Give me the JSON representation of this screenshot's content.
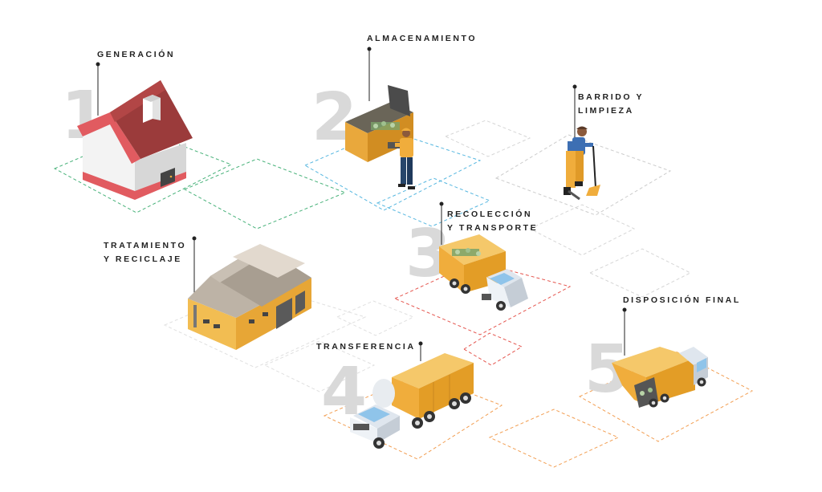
{
  "stages": [
    {
      "number": "1",
      "label": "GENERACIÓN"
    },
    {
      "number": "2",
      "label": "ALMACENAMIENTO"
    },
    {
      "number": "",
      "label": "BARRIDO Y",
      "label2": "LIMPIEZA"
    },
    {
      "number": "3",
      "label": "RECOLECCIÓN",
      "label2": "Y TRANSPORTE"
    },
    {
      "number": "",
      "label": "TRATAMIENTO",
      "label2": "Y RECICLAJE"
    },
    {
      "number": "4",
      "label": "TRANSFERENCIA"
    },
    {
      "number": "5",
      "label": "DISPOSICIÓN FINAL"
    }
  ],
  "colors": {
    "number": "#d9d9d9",
    "orange": "#f0ad3c",
    "dashes": [
      "#48b27a",
      "#56b7e0",
      "#e5564f",
      "#f29e52",
      "#cccccc"
    ]
  },
  "icons": [
    "house-icon",
    "container-icon",
    "worker-icon",
    "sweeper-icon",
    "dump-truck-icon",
    "warehouse-icon",
    "transfer-truck-icon",
    "tipper-truck-icon"
  ]
}
